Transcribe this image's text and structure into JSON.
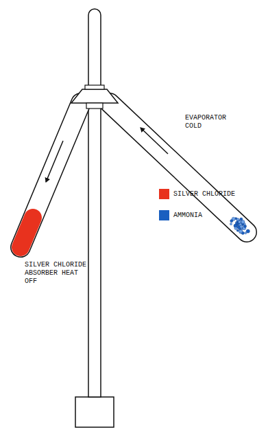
{
  "diagram": {
    "labels": [
      "EVAPORATOR COLD",
      "SILVER CHLORIDE ABSORBER HEAT OFF"
    ],
    "legend": [
      {
        "text": "SILVER CHLORIDE",
        "color": "#e8321e"
      },
      {
        "text": "AMMONIA",
        "color": "#1a5fc0"
      }
    ]
  }
}
